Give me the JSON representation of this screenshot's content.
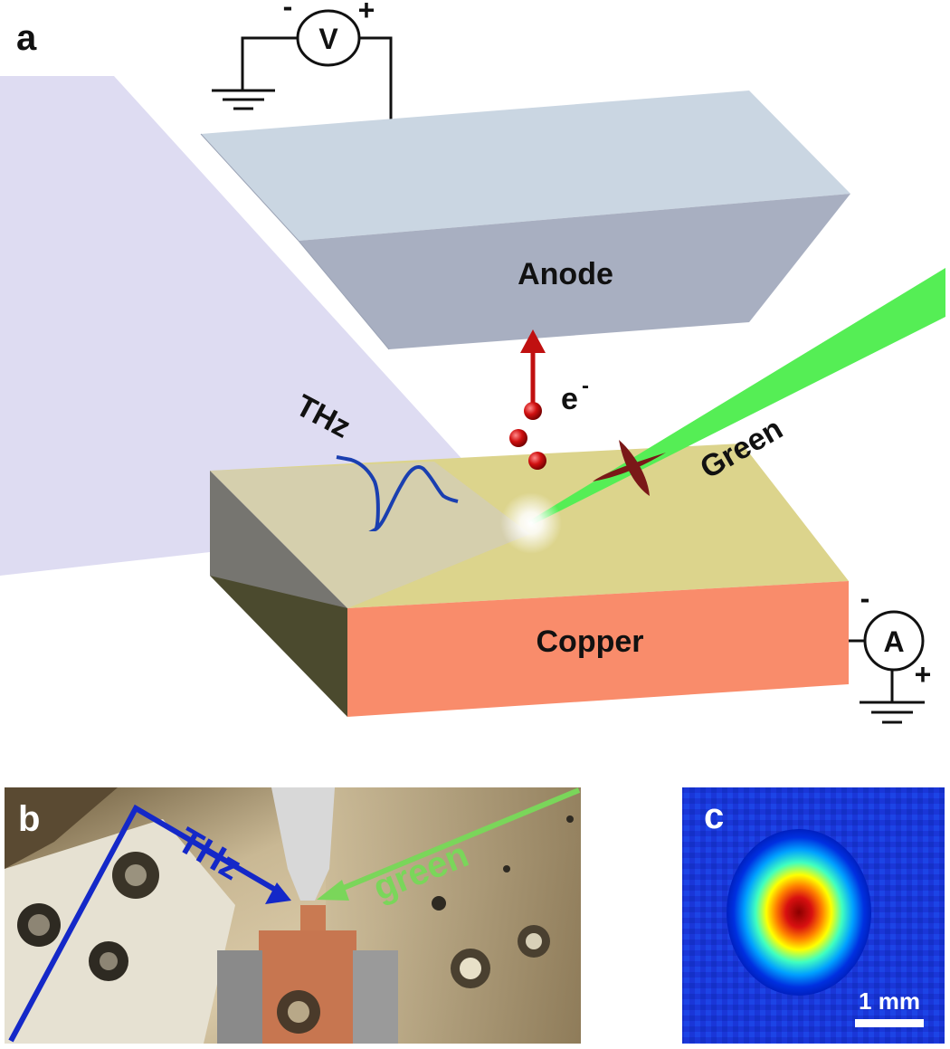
{
  "panel_a": {
    "letter": "a",
    "voltmeter": {
      "symbol": "V",
      "minus": "-",
      "plus": "+"
    },
    "ammeter": {
      "symbol": "A",
      "minus": "-",
      "plus": "+"
    },
    "anode_label": "Anode",
    "copper_label": "Copper",
    "thz_label": "THz",
    "green_label": "Green",
    "electron_label": "e",
    "electron_charge": "-",
    "colors": {
      "anode_top": "#cbd8e3",
      "anode_front": "#a8b0c2",
      "copper_top": "#ddd58c",
      "copper_front": "#f98d6c",
      "copper_side": "#4c4a2e",
      "thz_beam": "#dcdcf2",
      "green_beam": "#5cf05c",
      "thz_wave": "#1a3fb0",
      "arrow": "#c01010",
      "electrons": "#cc1010",
      "pulse": "#7a1818"
    }
  },
  "panel_b": {
    "letter": "b",
    "thz_label": "THz",
    "green_label": "green",
    "colors": {
      "thz_arrow": "#1428c8",
      "green_arrow": "#7ad65a"
    }
  },
  "panel_c": {
    "letter": "c",
    "scale_bar_label": "1 mm",
    "colormap": "jet"
  }
}
